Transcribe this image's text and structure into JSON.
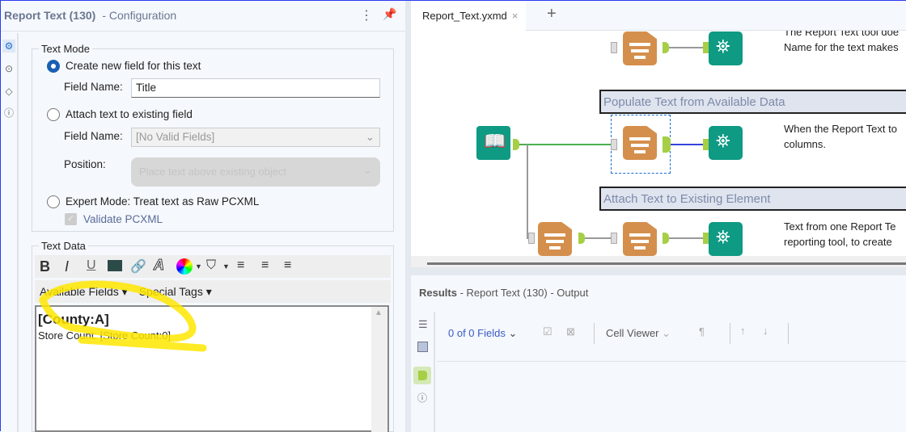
{
  "config_panel": {
    "title": "Report Text (130)",
    "subtitle": "- Configuration",
    "more_icon": "kebab-icon",
    "pin_icon": "pin-icon",
    "rail_icons": [
      "gear-icon",
      "connection-icon",
      "tag-icon",
      "help-icon"
    ],
    "text_mode": {
      "legend": "Text Mode",
      "option_create": "Create new field for this text",
      "field_name_label": "Field Name:",
      "field_name_value": "Title",
      "option_attach": "Attach text to existing field",
      "attach_field_label": "Field Name:",
      "attach_field_value": "[No Valid Fields]",
      "position_label": "Position:",
      "position_value": "Place text above existing object",
      "option_expert": "Expert Mode: Treat text as Raw PCXML",
      "validate_label": "Validate PCXML",
      "selected": "create"
    },
    "text_data": {
      "legend": "Text Data",
      "toolbar": [
        "bold",
        "italic",
        "underline",
        "image",
        "link",
        "font",
        "color",
        "fill",
        "align-left",
        "align-center",
        "align-right"
      ],
      "bold_glyph": "B",
      "italic_glyph": "I",
      "underline_glyph": "U",
      "available_fields": "Available Fields",
      "special_tags": "Special Tags",
      "line1": "[County:A]",
      "line2": "Store Count: [Store Count:0]"
    },
    "highlight_color": "#ffe600"
  },
  "canvas": {
    "tab": "Report_Text.yxmd",
    "add_tab": "+",
    "header1": "Populate Text from Available Data",
    "header2": "Attach Text to Existing Element",
    "comment1": [
      "The Report Text tool doe",
      "Name for the text makes"
    ],
    "comment2": [
      "When the Report Text to",
      "columns."
    ],
    "comment3": [
      "Text from one Report Te",
      "reporting tool, to create"
    ],
    "colors": {
      "report_tool": "#d48f4c",
      "browse_tool": "#0e9a83",
      "anchor": "#a6cf45"
    }
  },
  "results": {
    "title": "Results",
    "subtitle": "- Report Text (130) - Output",
    "fields": "0 of 0 Fields",
    "cell_viewer": "Cell Viewer"
  }
}
